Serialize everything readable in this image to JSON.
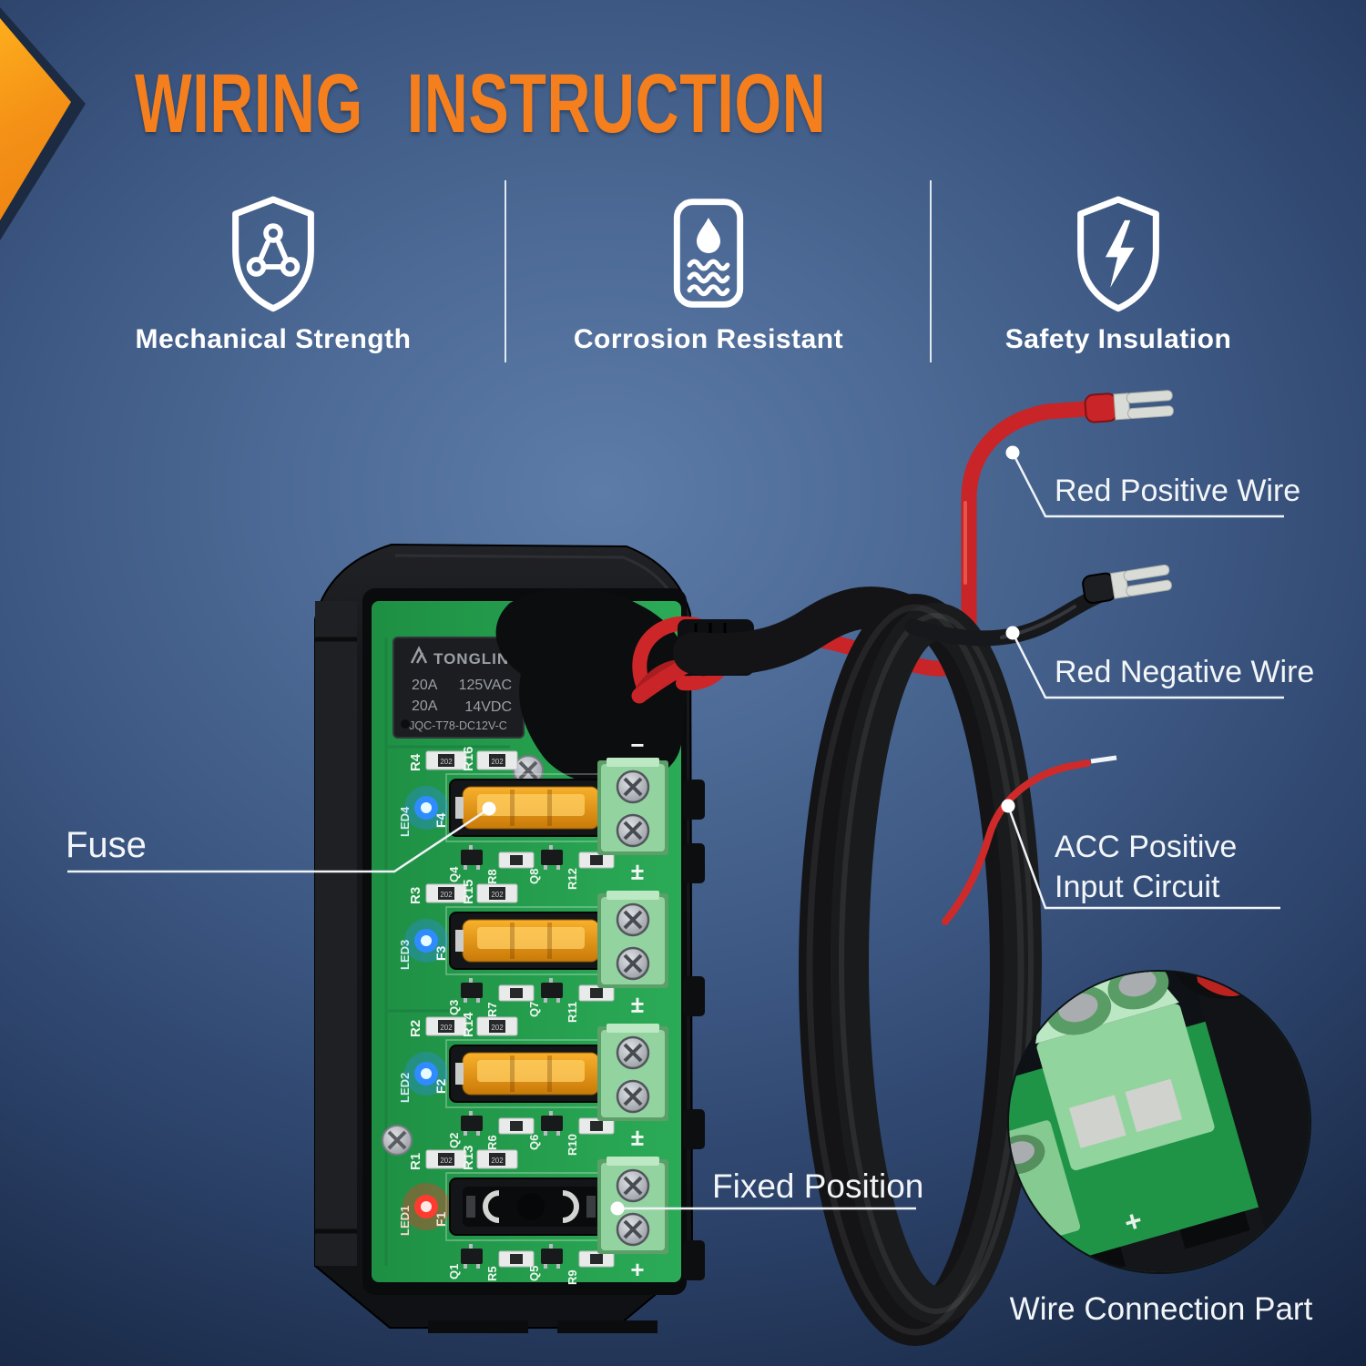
{
  "title": "WIRING INSTRUCTION",
  "features": [
    {
      "icon": "shield-nodes-icon",
      "label": "Mechanical Strength"
    },
    {
      "icon": "water-drop-waves-icon",
      "label": "Corrosion Resistant"
    },
    {
      "icon": "shield-bolt-icon",
      "label": "Safety Insulation"
    }
  ],
  "callouts": {
    "fuse": "Fuse",
    "fixed_position": "Fixed Position",
    "red_positive": "Red Positive Wire",
    "red_negative": "Red Negative Wire",
    "acc_line1": "ACC Positive",
    "acc_line2": "Input Circuit",
    "wire_connection": "Wire Connection Part"
  },
  "relay": {
    "brand": "TONGLING",
    "current1": "20A",
    "volt1": "125VAC",
    "current2": "20A",
    "volt2": "14VDC",
    "model": "JQC-T78-DC12V-C"
  },
  "board": {
    "resistor_code": "202",
    "polarity": {
      "minus": "−",
      "plus": "+"
    },
    "channels": [
      {
        "led": "LED4",
        "fuse": "F4",
        "r_left": "R4",
        "r_right": "R16",
        "q_a": "Q4",
        "r_a": "R8",
        "q_b": "Q8",
        "r_b": "R12"
      },
      {
        "led": "LED3",
        "fuse": "F3",
        "r_left": "R3",
        "r_right": "R15",
        "q_a": "Q3",
        "r_a": "R7",
        "q_b": "Q7",
        "r_b": "R11"
      },
      {
        "led": "LED2",
        "fuse": "F2",
        "r_left": "R2",
        "r_right": "R14",
        "q_a": "Q2",
        "r_a": "R6",
        "q_b": "Q6",
        "r_b": "R10"
      },
      {
        "led": "LED1",
        "fuse": "F1",
        "r_left": "R1",
        "r_right": "R13",
        "q_a": "Q1",
        "r_a": "R5",
        "q_b": "Q5",
        "r_b": "R9"
      }
    ]
  },
  "inset": {
    "plus_mark": "+"
  },
  "colors": {
    "accent_orange": "#f57f1d",
    "background_blue": "#3b5681",
    "pcb_green": "#23a14e",
    "terminal_green": "#93d3a0",
    "fuse_orange": "#f0a01c",
    "led_blue": "#2f8cff",
    "led_red": "#ff3b30",
    "wire_red": "#c92427",
    "wire_black": "#17181b",
    "label_white": "#f3f6f9"
  }
}
